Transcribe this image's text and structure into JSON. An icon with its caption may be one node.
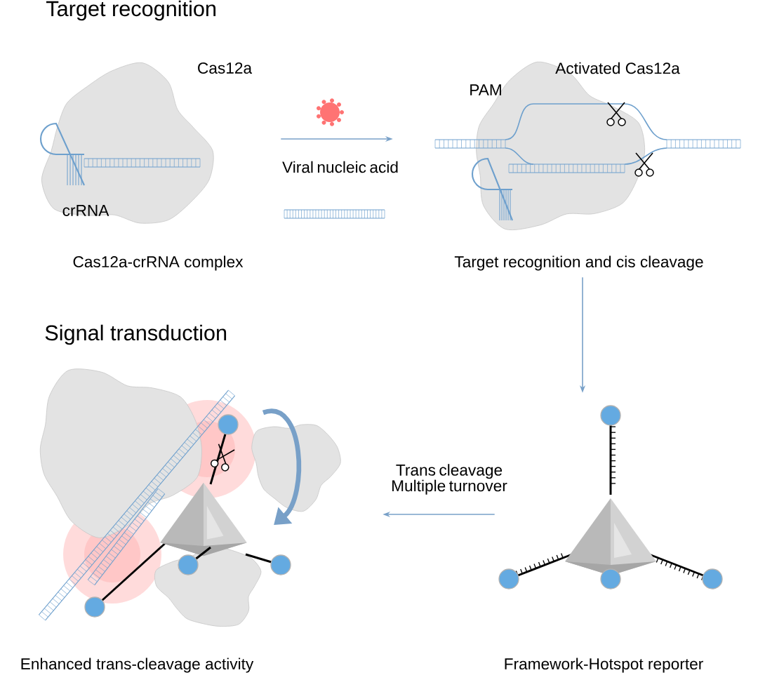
{
  "diagram": {
    "nodes": [
      {
        "text": [
          "Cas12a",
          "crRNA",
          "Cas12a-crRNA complex"
        ]
      },
      {
        "text": [
          "Activated Cas12a",
          "PAM",
          "Target recognition and cis cleavage"
        ]
      },
      {
        "text": [
          "Framework-Hotspot reporter"
        ]
      },
      {
        "text": [
          "Enhanced trans-cleavage activity"
        ]
      }
    ],
    "edges": [
      {
        "from": 0,
        "to": 1,
        "arrow": "to",
        "label": "Viral nucleic acid"
      },
      {
        "from": 1,
        "to": 2,
        "arrow": "to"
      },
      {
        "from": 2,
        "to": 3,
        "arrow": "to",
        "label": "Trans cleavage Multiple turnover"
      }
    ],
    "labels": [
      "Target recognition",
      "Signal transduction"
    ]
  }
}
